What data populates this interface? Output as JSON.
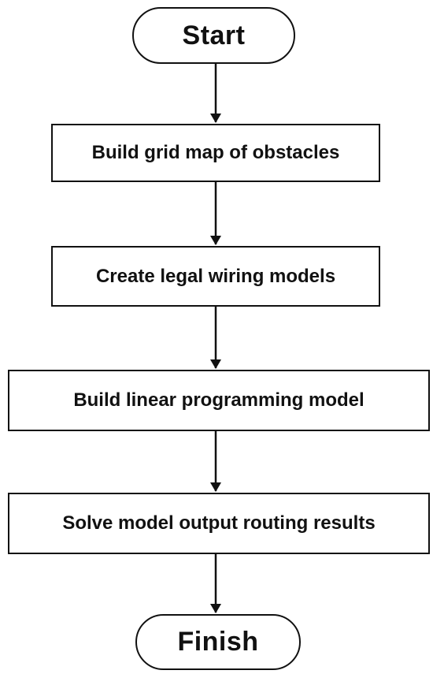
{
  "flowchart": {
    "start_label": "Start",
    "steps": [
      {
        "label": "Build grid map of obstacles"
      },
      {
        "label": "Create legal wiring models"
      },
      {
        "label": "Build linear programming model"
      },
      {
        "label": "Solve model output routing results"
      }
    ],
    "finish_label": "Finish",
    "colors": {
      "stroke": "#111111",
      "fill": "#ffffff",
      "text": "#111111"
    }
  }
}
